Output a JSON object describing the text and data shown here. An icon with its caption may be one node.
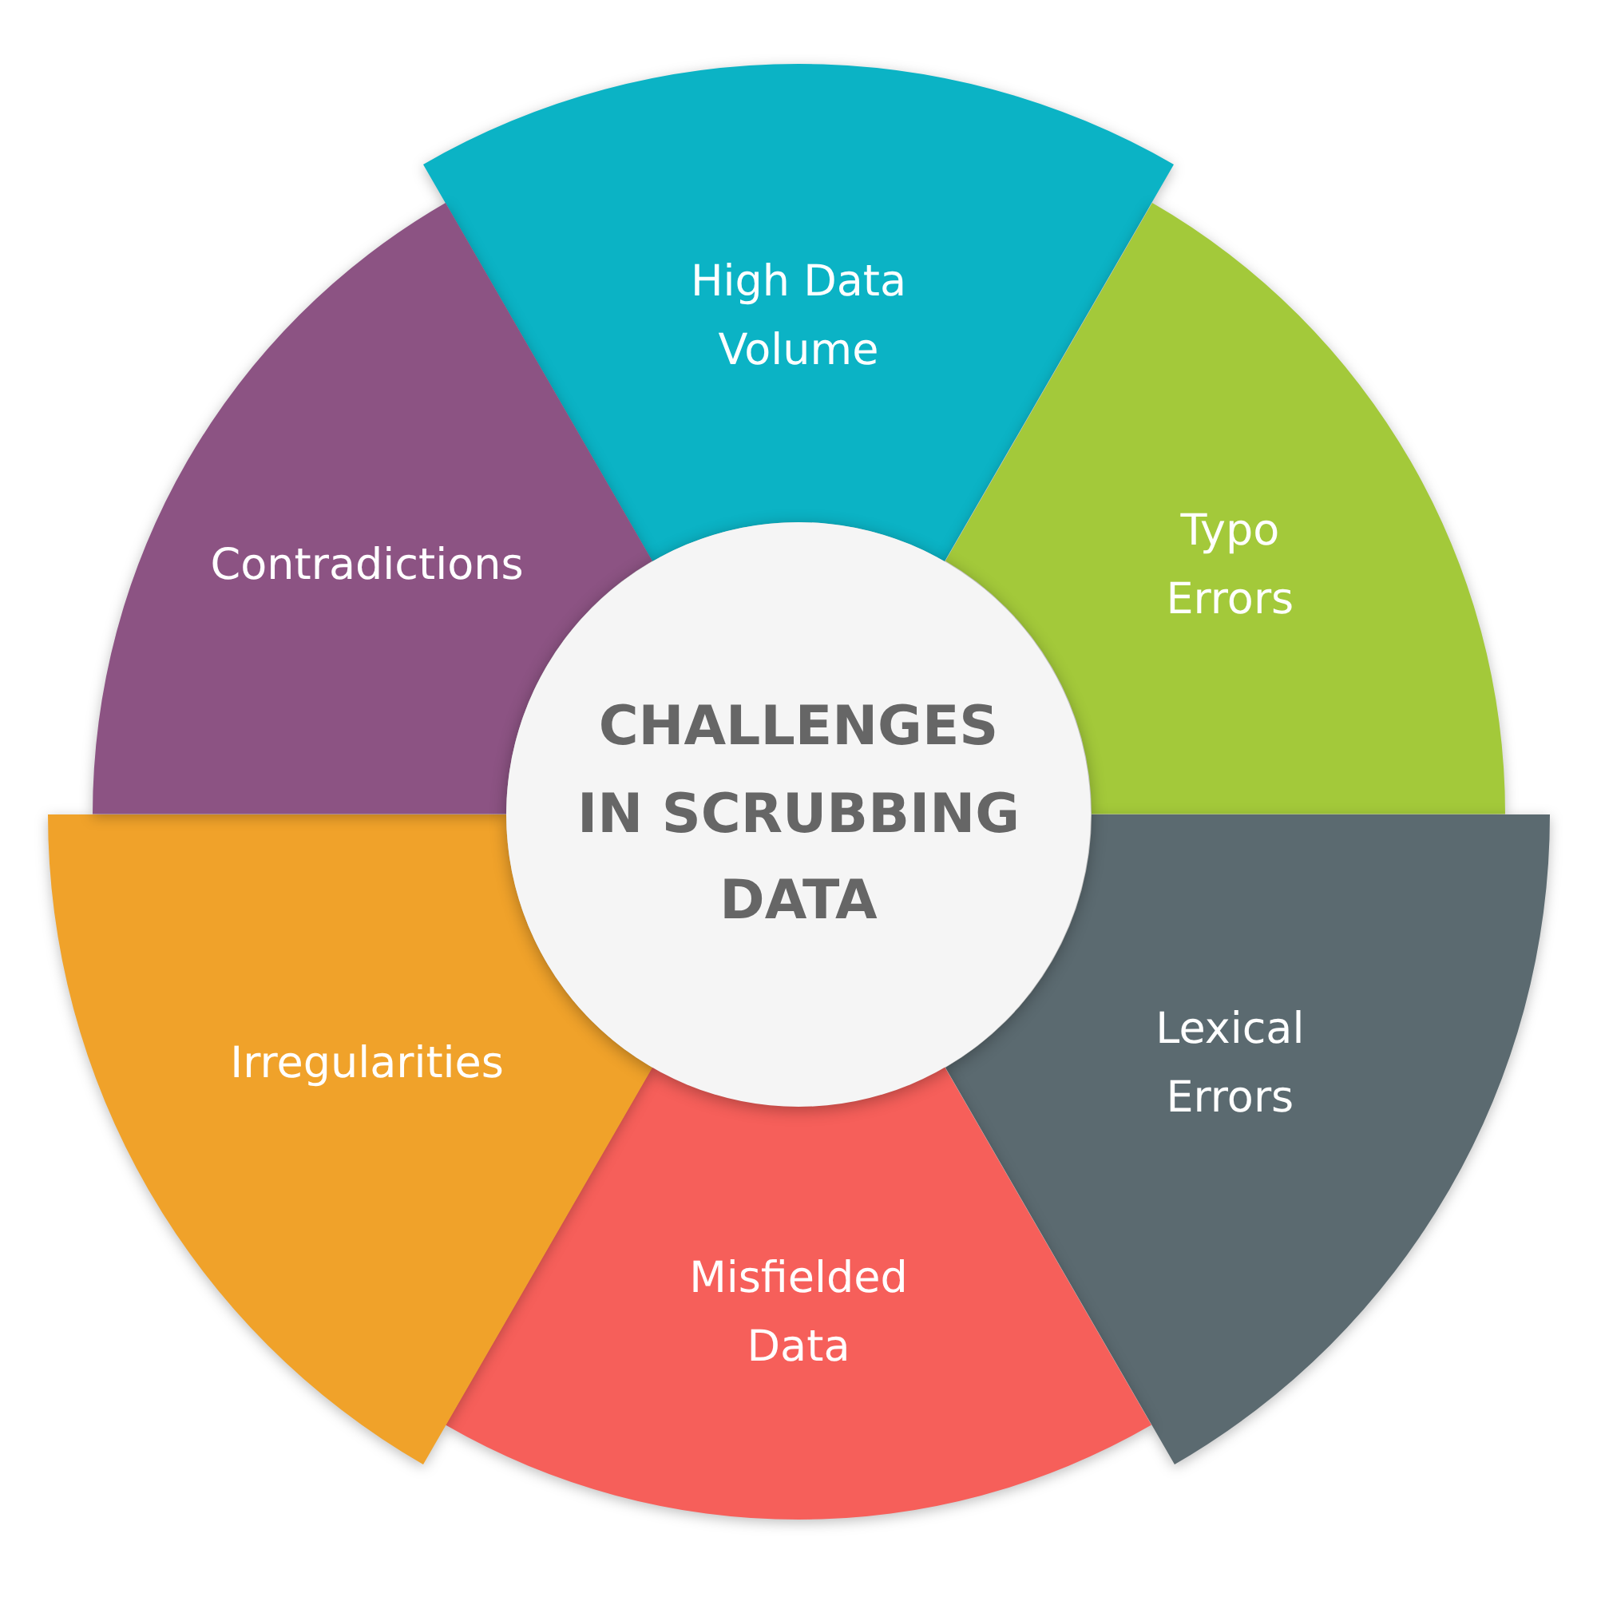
{
  "diagram": {
    "nodes": [
      {
        "text": [
          "CHALLENGES IN SCRUBBING DATA"
        ]
      },
      {
        "text": [
          "High Data Volume"
        ]
      },
      {
        "text": [
          "Typo Errors"
        ]
      },
      {
        "text": [
          "Lexical Errors"
        ]
      },
      {
        "text": [
          "Misfielded Data"
        ]
      },
      {
        "text": [
          "Irregularities"
        ]
      },
      {
        "text": [
          "Contradictions"
        ]
      }
    ]
  }
}
